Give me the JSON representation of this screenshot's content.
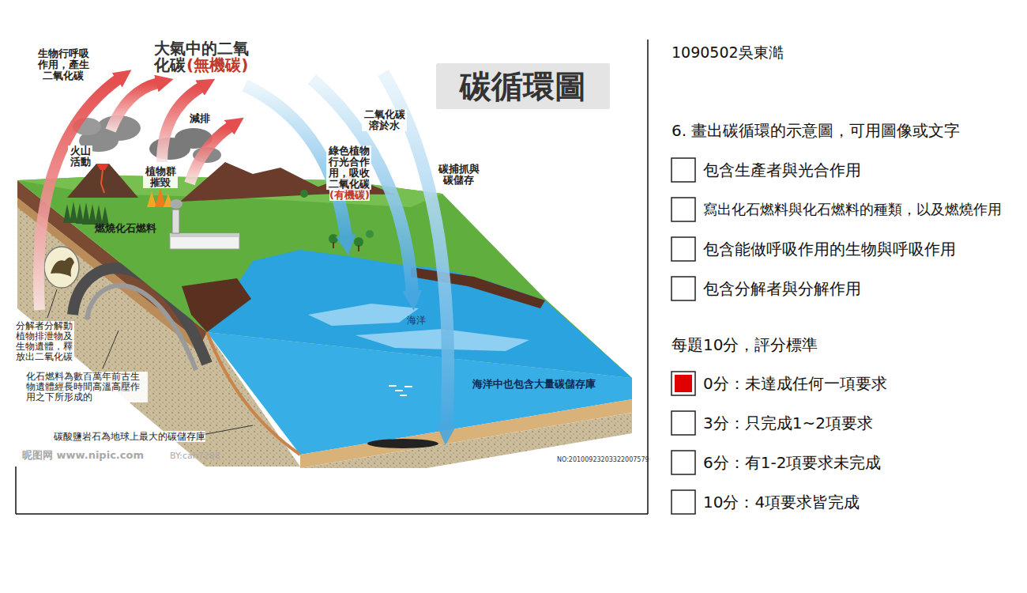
{
  "diagram": {
    "title": "碳循環圖",
    "labels": [
      "生物行呼吸作用，產生二氧化碳",
      "大氣中的二氧化碳",
      "(無機碳)",
      "火山活動",
      "減排",
      "植物群摧毀",
      "綠色植物行光合作用，吸收二氧化碳",
      "(有機碳)",
      "二氧化碳溶於水",
      "碳捕抓與碳儲存",
      "燃燒化石燃料",
      "海洋",
      "分解者分解動植物排泄物及生物遺體，釋放出二氧化碳",
      "化石燃料為數百萬年前古生物遺體經長時間高溫高壓作用之下所形成的",
      "海洋中也包含大量碳儲存庫",
      "碳酸鹽岩石為地球上最大的碳儲存庫",
      "昵图网 www.nipic.com",
      "BY:can7298",
      "NO:20100923203322007579",
      "1090502吳東澔",
      "6. 畫出碳循環的示意圖，可用圖像或文字",
      "包含生產者與光合作用",
      "寫出化石燃料與化石燃料的種類，以及燃燒作用",
      "包含能做呼吸作用的生物與呼吸作用",
      "包含分解者與分解作用",
      "每題10分，評分標準",
      "0分：未達成任何一項要求",
      "3分：只完成1~2項要求",
      "6分：有1-2項要求未完成",
      "10分：4項要求皆完成"
    ]
  }
}
